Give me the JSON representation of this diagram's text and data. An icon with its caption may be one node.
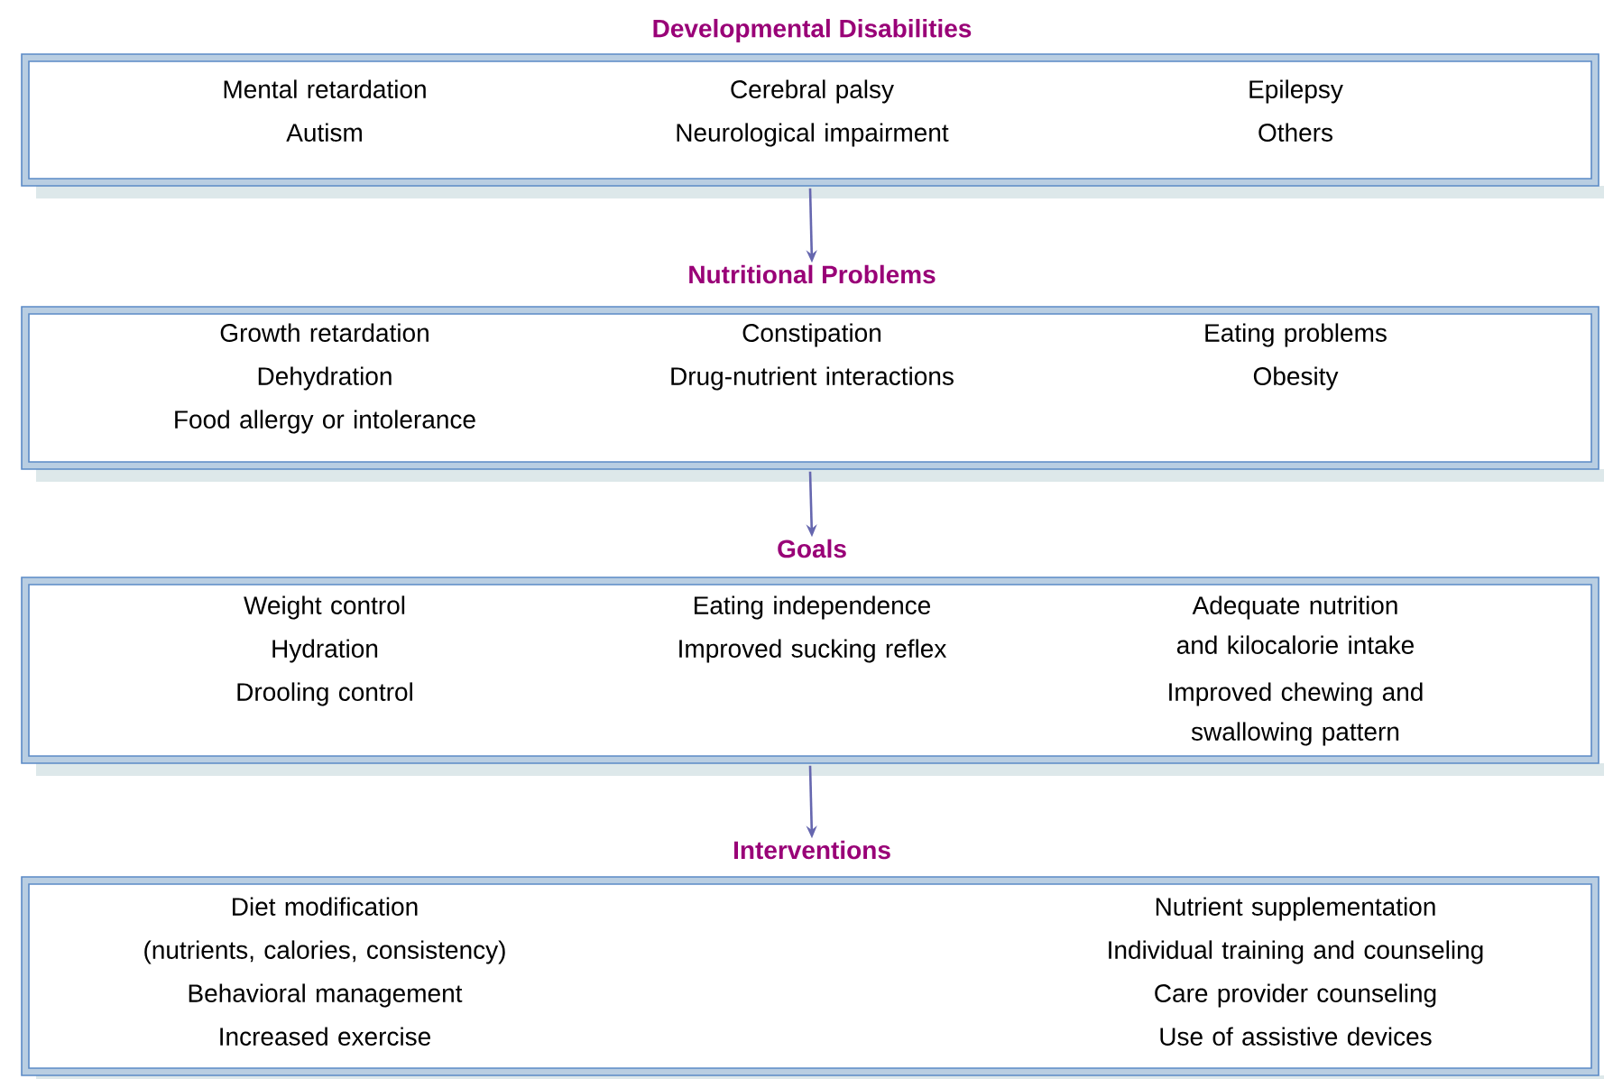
{
  "diagram": {
    "nodes": [
      {
        "text": [
          "Developmental Disabilities",
          "Mental retardation",
          "Autism",
          "Cerebral palsy",
          "Neurological impairment",
          "Epilepsy",
          "Others"
        ]
      },
      {
        "text": [
          "Nutritional Problems",
          "Growth retardation",
          "Dehydration",
          "Food allergy or intolerance",
          "Constipation",
          "Drug-nutrient interactions",
          "Eating problems",
          "Obesity"
        ]
      },
      {
        "text": [
          "Goals",
          "Weight control",
          "Hydration",
          "Drooling control",
          "Eating independence",
          "Improved sucking reflex",
          "Adequate nutrition and kilocalorie intake",
          "Improved chewing and swallowing pattern"
        ]
      },
      {
        "text": [
          "Interventions",
          "Diet modification",
          "(nutrients, calories, consistency)",
          "Behavioral management",
          "Increased exercise",
          "Nutrient supplementation",
          "Individual training and counseling",
          "Care provider counseling",
          "Use of assistive devices"
        ]
      }
    ],
    "edges": [
      {
        "from": 0,
        "to": 1,
        "arrow": "to"
      },
      {
        "from": 1,
        "to": 2,
        "arrow": "to"
      },
      {
        "from": 2,
        "to": 3,
        "arrow": "to"
      }
    ]
  }
}
